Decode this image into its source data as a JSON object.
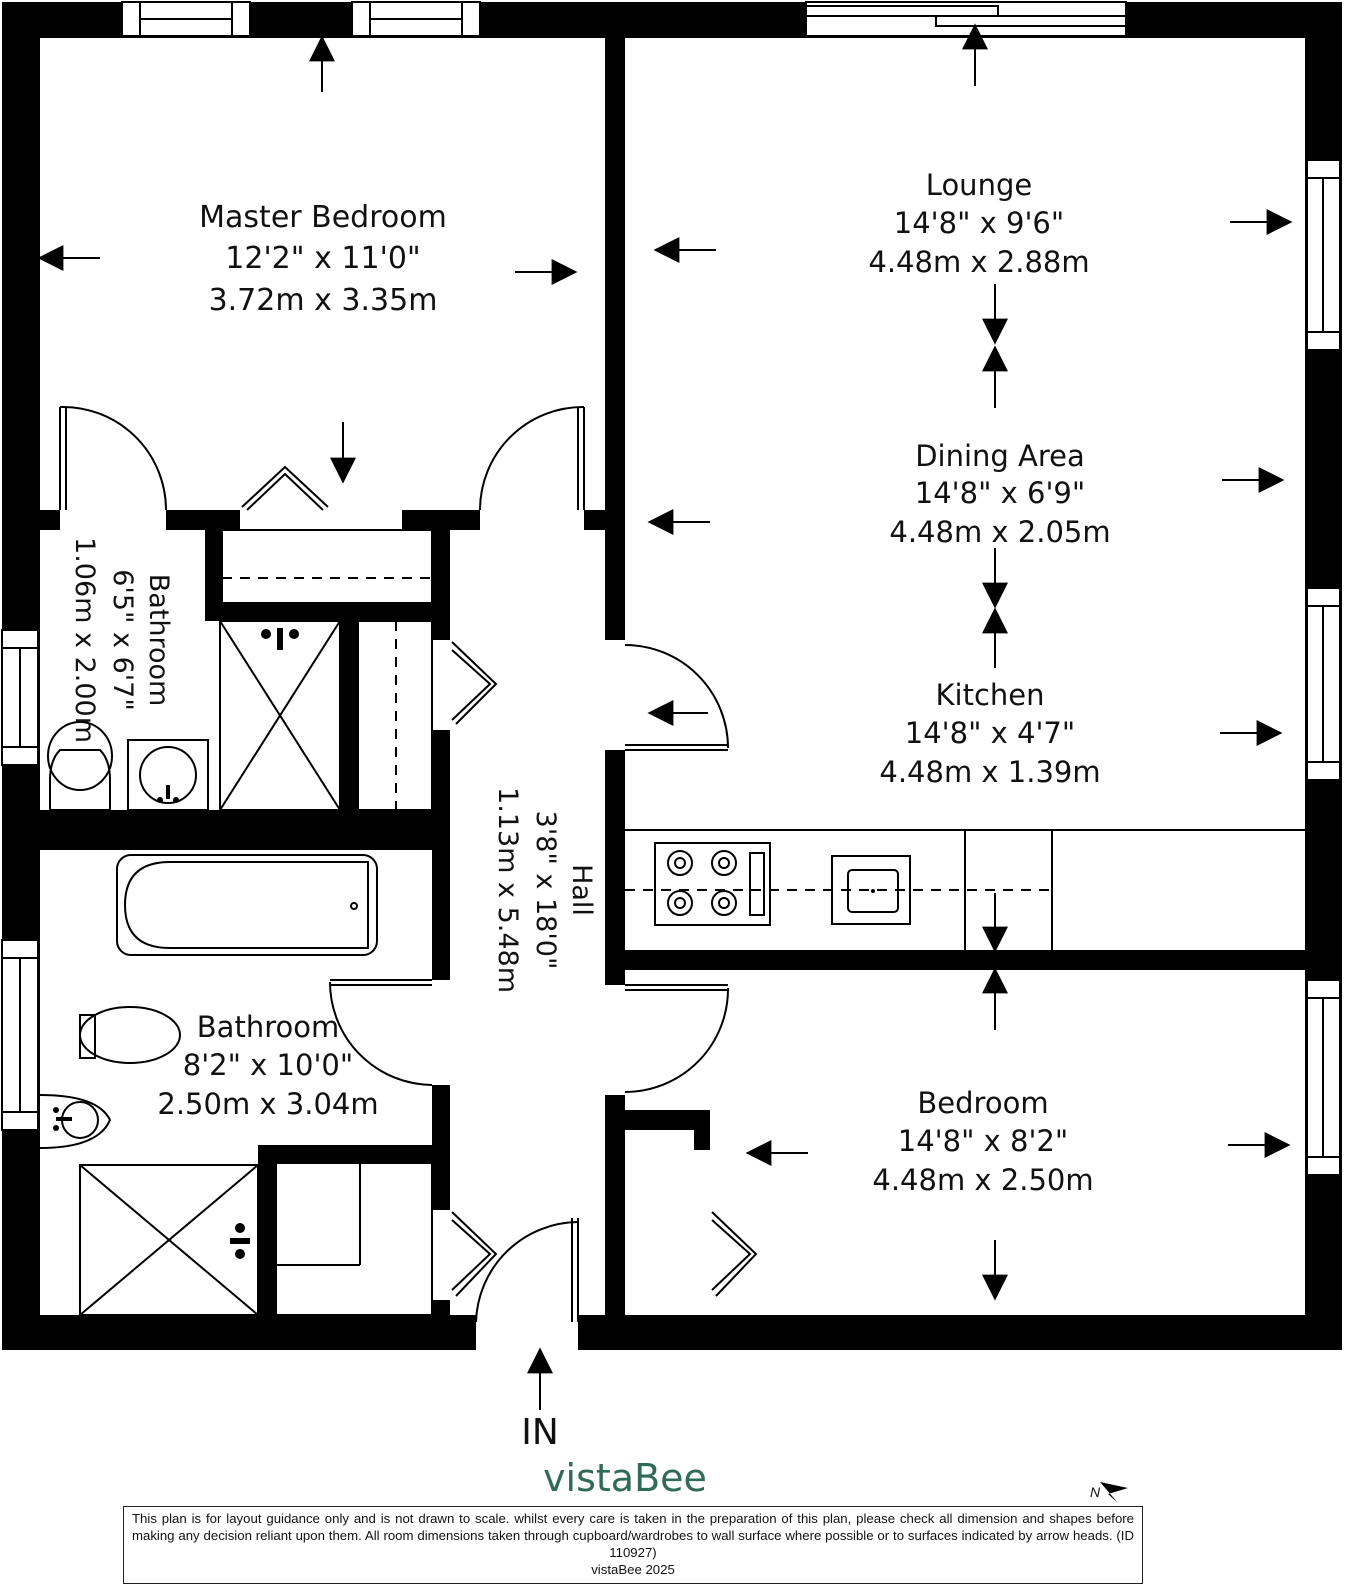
{
  "rooms": {
    "master_bedroom": {
      "name": "Master Bedroom",
      "imperial": "12'2\" x 11'0\"",
      "metric": "3.72m x 3.35m"
    },
    "lounge": {
      "name": "Lounge",
      "imperial": "14'8\" x 9'6\"",
      "metric": "4.48m x 2.88m"
    },
    "dining_area": {
      "name": "Dining Area",
      "imperial": "14'8\" x 6'9\"",
      "metric": "4.48m x 2.05m"
    },
    "kitchen": {
      "name": "Kitchen",
      "imperial": "14'8\" x 4'7\"",
      "metric": "4.48m x 1.39m"
    },
    "ensuite_bathroom": {
      "name": "Bathroom",
      "imperial": "6'5\" x 6'7\"",
      "metric": "1.06m x 2.00m"
    },
    "hall": {
      "name": "Hall",
      "imperial": "3'8\" x 18'0\"",
      "metric": "1.13m x 5.48m"
    },
    "bathroom": {
      "name": "Bathroom",
      "imperial": "8'2\" x 10'0\"",
      "metric": "2.50m x 3.04m"
    },
    "bedroom": {
      "name": "Bedroom",
      "imperial": "14'8\" x 8'2\"",
      "metric": "4.48m x 2.50m"
    }
  },
  "entrance_label": "IN",
  "brand": "vistaBee",
  "compass_label": "N",
  "disclaimer": {
    "text": "This plan is for layout guidance only and is not drawn to scale. whilst every care is taken in the preparation of this plan, please check all dimension and shapes before making any decision reliant upon them. All room dimensions taken through cupboard/wardrobes to wall surface where possible or to surfaces indicated by arrow heads. (ID 110927)",
    "copyright": "vistaBee 2025"
  },
  "colors": {
    "wall": "#000000",
    "background": "#ffffff",
    "brand": "#2f6b55"
  }
}
